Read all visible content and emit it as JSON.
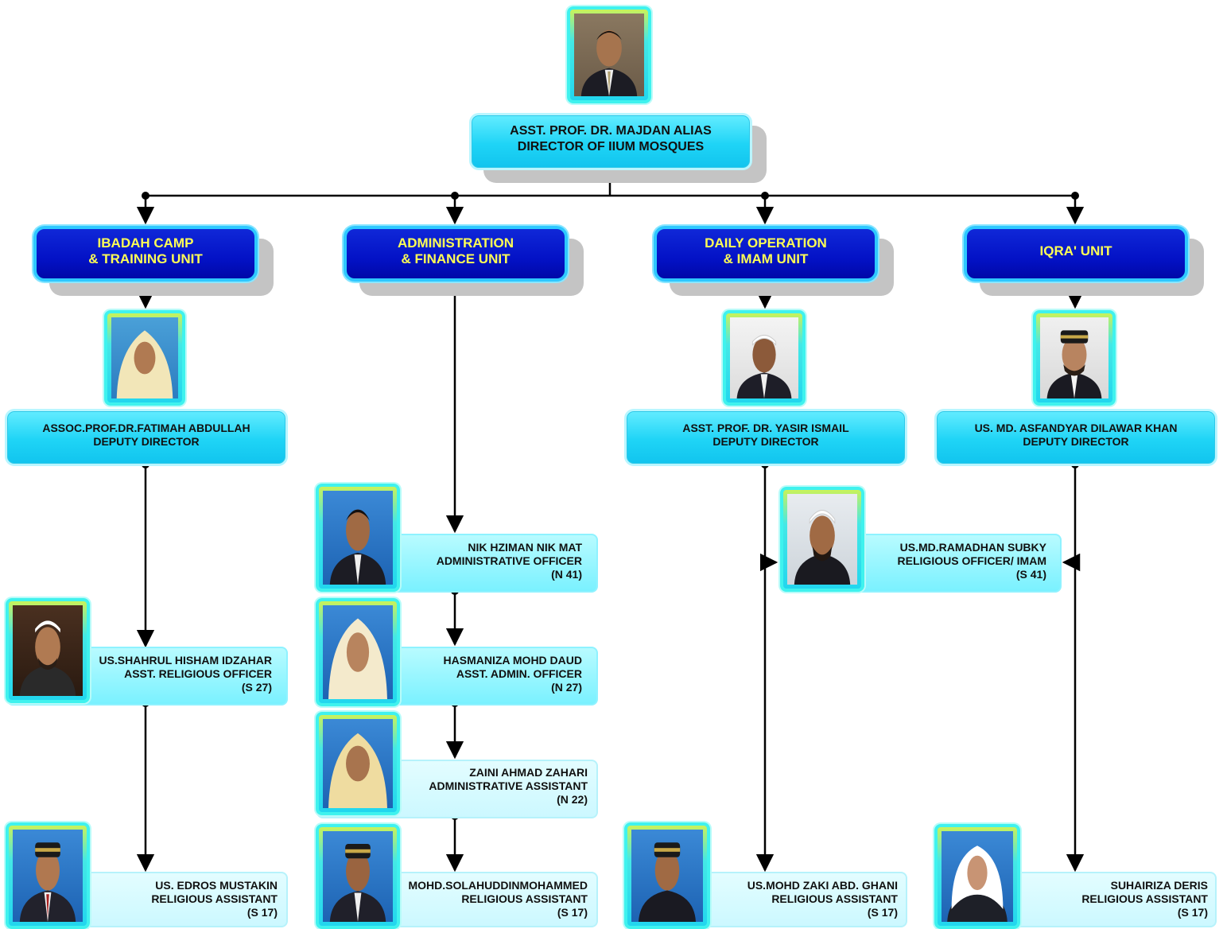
{
  "director": {
    "name": "ASST. PROF. DR. MAJDAN ALIAS",
    "title": "DIRECTOR OF IIUM MOSQUES"
  },
  "units": [
    {
      "line1": "IBADAH CAMP",
      "line2": "& TRAINING UNIT"
    },
    {
      "line1": "ADMINISTRATION",
      "line2": "& FINANCE UNIT"
    },
    {
      "line1": "DAILY OPERATION",
      "line2": "& IMAM UNIT"
    },
    {
      "line1": "IQRA'  UNIT",
      "line2": ""
    }
  ],
  "deputies": [
    {
      "name": "ASSOC.PROF.DR.FATIMAH ABDULLAH",
      "title": "DEPUTY DIRECTOR"
    },
    {
      "name": "ASST. PROF. DR. YASIR ISMAIL",
      "title": "DEPUTY DIRECTOR"
    },
    {
      "name": "US. MD. ASFANDYAR DILAWAR KHAN",
      "title": "DEPUTY DIRECTOR"
    }
  ],
  "staff": {
    "shahrul": {
      "name": "US.SHAHRUL HISHAM IDZAHAR",
      "title": "ASST. RELIGIOUS OFFICER",
      "grade": "(S 27)"
    },
    "edros": {
      "name": "US. EDROS MUSTAKIN",
      "title": "RELIGIOUS ASSISTANT",
      "grade": "(S 17)"
    },
    "nik": {
      "name": "NIK HZIMAN NIK MAT",
      "title": "ADMINISTRATIVE OFFICER",
      "grade": "(N 41)"
    },
    "hasmaniza": {
      "name": "HASMANIZA MOHD DAUD",
      "title": "ASST. ADMIN. OFFICER",
      "grade": "(N 27)"
    },
    "zaini": {
      "name": "ZAINI AHMAD ZAHARI",
      "title": "ADMINISTRATIVE ASSISTANT",
      "grade": "(N 22)"
    },
    "solahuddin": {
      "name": "MOHD.SOLAHUDDINMOHAMMED",
      "title": "RELIGIOUS ASSISTANT",
      "grade": "(S 17)"
    },
    "ramadhan": {
      "name": "US.MD.RAMADHAN SUBKY",
      "title": "RELIGIOUS OFFICER/ IMAM",
      "grade": "(S 41)"
    },
    "zaki": {
      "name": "US.MOHD ZAKI ABD. GHANI",
      "title": "RELIGIOUS ASSISTANT",
      "grade": "(S 17)"
    },
    "suhairiza": {
      "name": "SUHAIRIZA DERIS",
      "title": "RELIGIOUS ASSISTANT",
      "grade": "(S 17)"
    }
  },
  "colors": {
    "unit_box": "#0312c6",
    "unit_text": "#ffff55",
    "person_box": "#1fd4f6",
    "photo_frame": "#3ff2ee",
    "connector": "#000000"
  }
}
